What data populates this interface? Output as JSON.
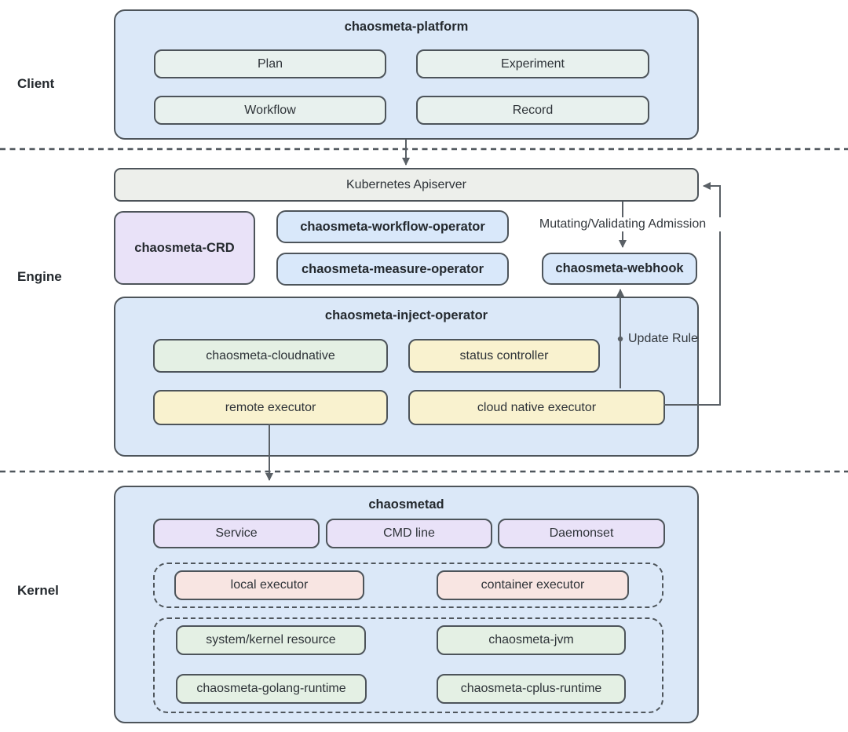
{
  "diagram": {
    "layers": {
      "client": "Client",
      "engine": "Engine",
      "kernel": "Kernel"
    },
    "client": {
      "platform_title": "chaosmeta-platform",
      "plan": "Plan",
      "experiment": "Experiment",
      "workflow": "Workflow",
      "record": "Record"
    },
    "engine": {
      "apiserver": "Kubernetes Apiserver",
      "crd": "chaosmeta-CRD",
      "workflow_operator": "chaosmeta-workflow-operator",
      "measure_operator": "chaosmeta-measure-operator",
      "webhook": "chaosmeta-webhook",
      "inject_title": "chaosmeta-inject-operator",
      "cloudnative": "chaosmeta-cloudnative",
      "status_controller": "status controller",
      "remote_executor": "remote executor",
      "cloud_native_executor": "cloud native executor",
      "admission_label": "Mutating/Validating Admission",
      "update_rule_label": "Update Rule"
    },
    "kernel": {
      "chaosmetad_title": "chaosmetad",
      "service": "Service",
      "cmd_line": "CMD line",
      "daemonset": "Daemonset",
      "local_executor": "local executor",
      "container_executor": "container executor",
      "system_kernel_resource": "system/kernel resource",
      "jvm": "chaosmeta-jvm",
      "golang_runtime": "chaosmeta-golang-runtime",
      "cplus_runtime": "chaosmeta-cplus-runtime"
    },
    "colors": {
      "section_fill": "#dbe8f8",
      "node_border": "#4d545a",
      "client_item_fill": "#e8f1ee",
      "apiserver_fill": "#edefeb",
      "purple_fill": "#e9e2f8",
      "blue_fill": "#d9e8fa",
      "yellow_fill": "#f9f2cf",
      "green_fill": "#e4f0e4",
      "pink_fill": "#f8e5e2",
      "line_color": "#5a6066"
    }
  }
}
